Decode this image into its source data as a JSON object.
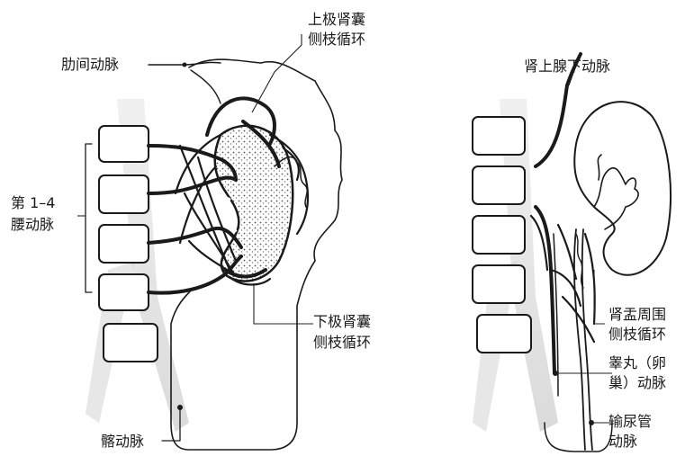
{
  "left_figure": {
    "labels": {
      "intercostal_artery": "肋间动脉",
      "upper_pole_collateral": [
        "上极肾囊",
        "侧枝循环"
      ],
      "lumbar_arteries": [
        "第 1–4",
        "腰动脉"
      ],
      "lower_pole_collateral": [
        "下极肾囊",
        "侧枝循环"
      ],
      "iliac_artery": "髂动脉"
    }
  },
  "right_figure": {
    "labels": {
      "inferior_adrenal_artery": "肾上腺下动脉",
      "peripelvic_collateral": [
        "肾盂周围",
        "侧枝循环"
      ],
      "gonadal_artery": [
        "睾丸（卵",
        "巢）动脉"
      ],
      "ureteric_artery": [
        "输尿管",
        "动脉"
      ]
    }
  },
  "colors": {
    "ink": "#1a1a1a",
    "stipple": "#bdbdbd",
    "shadow": "#cfcfcf"
  }
}
